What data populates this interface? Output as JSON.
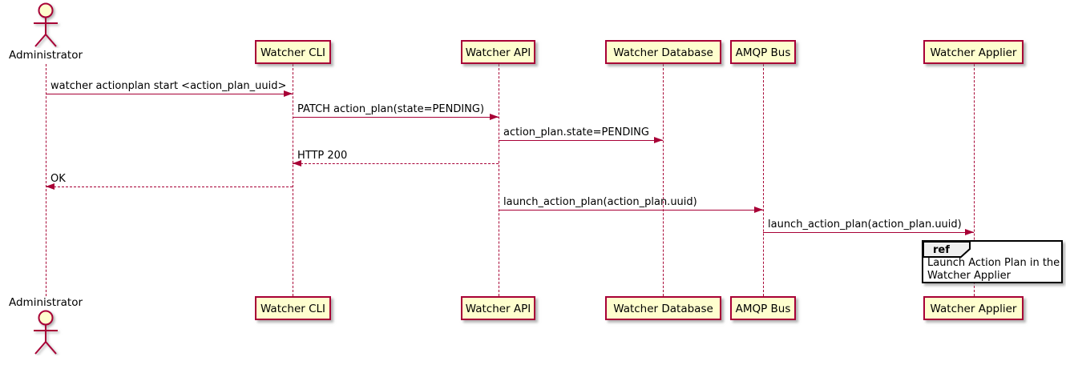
{
  "diagram": {
    "type": "plantuml-sequence",
    "actor": {
      "name": "Administrator"
    },
    "participants": [
      {
        "name": "Watcher CLI"
      },
      {
        "name": "Watcher API"
      },
      {
        "name": "Watcher Database"
      },
      {
        "name": "AMQP Bus"
      },
      {
        "name": "Watcher Applier"
      }
    ],
    "messages": [
      {
        "from": "Administrator",
        "to": "Watcher CLI",
        "label": "watcher actionplan start <action_plan_uuid>",
        "style": "solid",
        "direction": "right"
      },
      {
        "from": "Watcher CLI",
        "to": "Watcher API",
        "label": "PATCH action_plan(state=PENDING)",
        "style": "solid",
        "direction": "right"
      },
      {
        "from": "Watcher API",
        "to": "Watcher Database",
        "label": "action_plan.state=PENDING",
        "style": "solid",
        "direction": "right"
      },
      {
        "from": "Watcher API",
        "to": "Watcher CLI",
        "label": "HTTP 200",
        "style": "dashed",
        "direction": "left"
      },
      {
        "from": "Watcher CLI",
        "to": "Administrator",
        "label": "OK",
        "style": "dashed",
        "direction": "left"
      },
      {
        "from": "Watcher API",
        "to": "AMQP Bus",
        "label": "launch_action_plan(action_plan.uuid)",
        "style": "solid",
        "direction": "right"
      },
      {
        "from": "AMQP Bus",
        "to": "Watcher Applier",
        "label": "launch_action_plan(action_plan.uuid)",
        "style": "solid",
        "direction": "right"
      }
    ],
    "ref": {
      "keyword": "ref",
      "over": "Watcher Applier",
      "line1": "Launch Action Plan in the",
      "line2": "Watcher Applier"
    },
    "colors": {
      "participant_fill": "#FEFECE",
      "participant_border": "#A80036",
      "arrow": "#A80036",
      "lifeline": "#A80036",
      "ref_border": "#000000",
      "ref_header_fill": "#EEEEEE",
      "text": "#000000",
      "background": "#FFFFFF"
    }
  }
}
